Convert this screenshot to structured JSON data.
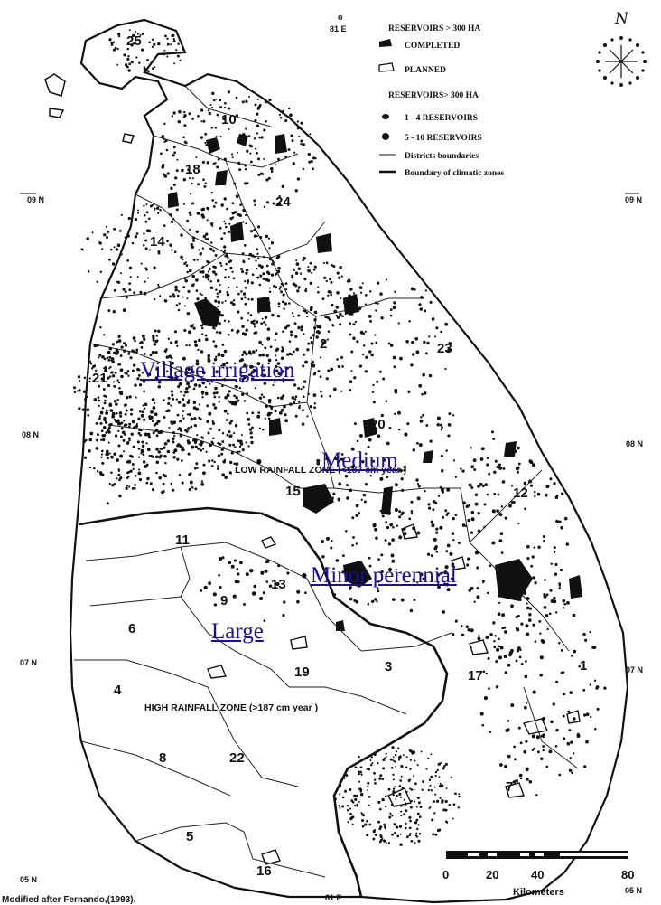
{
  "legend": {
    "reservoirs_title": "RESERVOIRS > 300 HA",
    "completed": "COMPLETED",
    "planned": "PLANNED",
    "reservoirs_title_2": "RESERVOIRS> 300 HA",
    "range_1_4": "1 - 4 RESERVOIRS",
    "range_5_10": "5 - 10 RESERVOIRS",
    "districts": "Districts boundaries",
    "climatic": "Boundary of climatic zones"
  },
  "compass": {
    "north_label": "N"
  },
  "coords": {
    "lon_top": "81 E",
    "lon_bottom": "81 E",
    "lat_09_left": "09 N",
    "lat_09_right": "09 N",
    "lat_08_left": "08 N",
    "lat_08_right": "08 N",
    "lat_07_left": "07 N",
    "lat_07_right": "07 N",
    "lat_05_left": "05 N",
    "lat_05_right": "05 N"
  },
  "districts": [
    "25",
    "10",
    "18",
    "24",
    "14",
    "2",
    "23",
    "21",
    "20",
    "15",
    "12",
    "11",
    "13",
    "9",
    "6",
    "1",
    "19",
    "3",
    "17",
    "4",
    "8",
    "22",
    "7",
    "5",
    "16"
  ],
  "zones": {
    "low": "LOW RAINFALL ZONE (<187 cm year )",
    "high": "HIGH RAINFALL ZONE (>187 cm year )"
  },
  "scale": {
    "ticks": [
      "0",
      "20",
      "40",
      "80"
    ],
    "unit": "Kilometers"
  },
  "credit": "Modified after Fernando,(1993).",
  "links": {
    "village": "Village irrigation",
    "medium": "Medium",
    "minor": "Minor perennial",
    "large": "Large"
  },
  "bullet": "•"
}
